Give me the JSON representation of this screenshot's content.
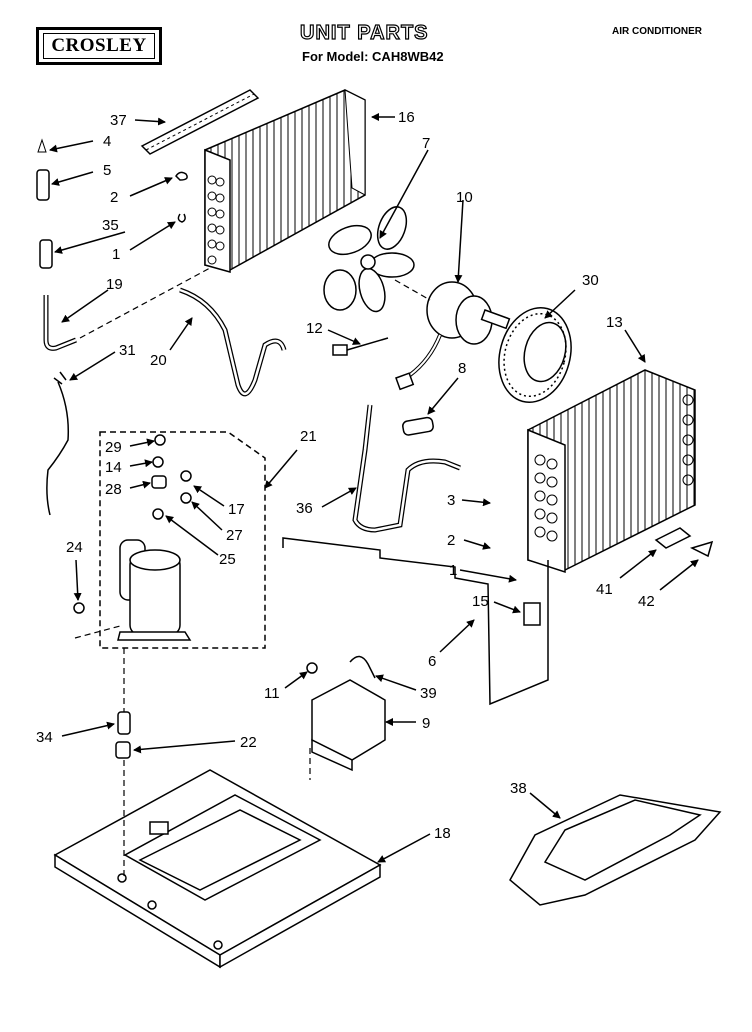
{
  "header": {
    "brand": "CROSLEY",
    "title": "UNIT PARTS",
    "model_line": "For Model: CAH8WB42",
    "category": "AIR CONDITIONER"
  },
  "callouts": {
    "c37": "37",
    "c16": "16",
    "c4": "4",
    "c5": "5",
    "c2a": "2",
    "c35": "35",
    "c1a": "1",
    "c7": "7",
    "c10": "10",
    "c19": "19",
    "c30": "30",
    "c13": "13",
    "c12": "12",
    "c20": "20",
    "c31": "31",
    "c8": "8",
    "c29": "29",
    "c14": "14",
    "c21": "21",
    "c28": "28",
    "c17": "17",
    "c36": "36",
    "c3": "3",
    "c27": "27",
    "c25": "25",
    "c2b": "2",
    "c24": "24",
    "c1b": "1",
    "c15": "15",
    "c41": "41",
    "c42": "42",
    "c6": "6",
    "c11": "11",
    "c39": "39",
    "c9": "9",
    "c34": "34",
    "c22": "22",
    "c38": "38",
    "c18": "18"
  }
}
